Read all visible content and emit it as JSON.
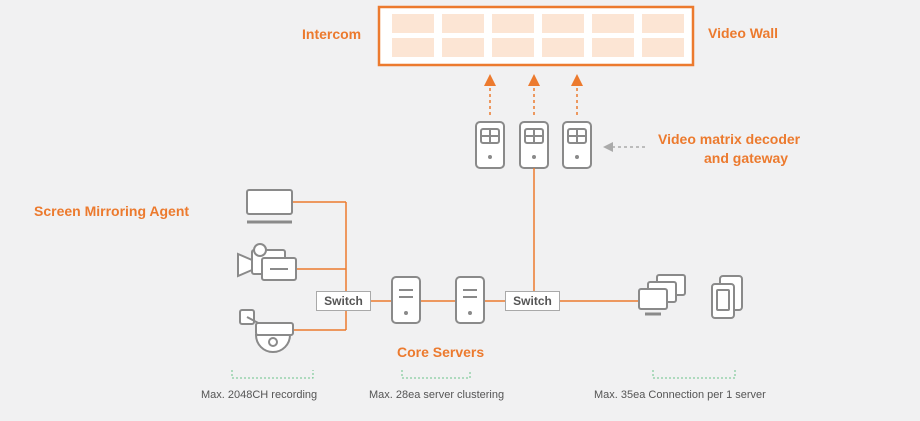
{
  "labels": {
    "intercom": "Intercom",
    "video_wall": "Video Wall",
    "decoder": "Video matrix decoder",
    "decoder2": "and gateway",
    "screen_mirroring": "Screen Mirroring Agent",
    "core_servers": "Core Servers"
  },
  "switches": [
    "Switch",
    "Switch"
  ],
  "captions": {
    "recording": "Max. 2048CH recording",
    "clustering": "Max. 28ea server clustering",
    "connection": "Max. 35ea Connection per 1 server"
  },
  "colors": {
    "accent": "#ec7a2e",
    "icon_stroke": "#8a8a8a",
    "background": "#f1f1f2",
    "dashed_green": "#6cc48a"
  },
  "icons": [
    "video-wall-icon",
    "decoder-icon",
    "monitor-icon",
    "camera-icon",
    "dome-camera-icon",
    "server-icon",
    "workstation-icon",
    "mobile-device-icon"
  ]
}
